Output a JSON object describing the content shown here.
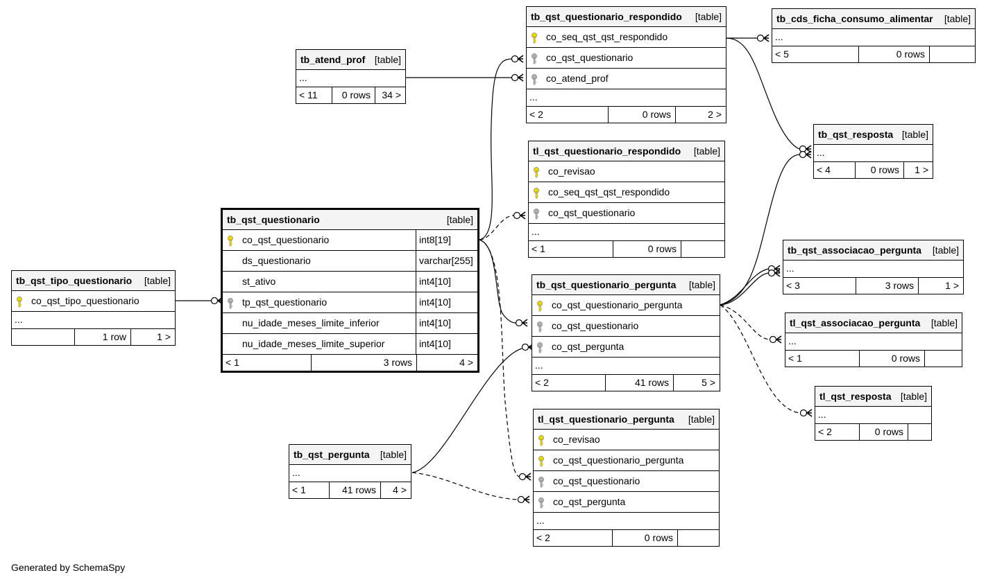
{
  "footer": "Generated by SchemaSpy",
  "colors": {
    "primary_key": "#e8d800",
    "foreign_key": "#b0b0b0",
    "header_bg": "#f4f4f4"
  },
  "tables": {
    "tipo": {
      "name": "tb_qst_tipo_questionario",
      "kind": "[table]",
      "columns": [
        {
          "name": "co_qst_tipo_questionario",
          "key": "pk"
        }
      ],
      "ellipsis": "...",
      "footer": [
        "",
        "1 row",
        "1 >"
      ]
    },
    "quest": {
      "name": "tb_qst_questionario",
      "kind": "[table]",
      "columns": [
        {
          "name": "co_qst_questionario",
          "key": "pk",
          "type": "int8[19]"
        },
        {
          "name": "ds_questionario",
          "key": "",
          "type": "varchar[255]"
        },
        {
          "name": "st_ativo",
          "key": "",
          "type": "int4[10]"
        },
        {
          "name": "tp_qst_questionario",
          "key": "fk",
          "type": "int4[10]"
        },
        {
          "name": "nu_idade_meses_limite_inferior",
          "key": "",
          "type": "int4[10]"
        },
        {
          "name": "nu_idade_meses_limite_superior",
          "key": "",
          "type": "int4[10]"
        }
      ],
      "footer": [
        "< 1",
        "3 rows",
        "4 >"
      ]
    },
    "atend": {
      "name": "tb_atend_prof",
      "kind": "[table]",
      "columns": [],
      "ellipsis": "...",
      "footer": [
        "< 11",
        "0 rows",
        "34 >"
      ]
    },
    "qresp": {
      "name": "tb_qst_questionario_respondido",
      "kind": "[table]",
      "columns": [
        {
          "name": "co_seq_qst_qst_respondido",
          "key": "pk"
        },
        {
          "name": "co_qst_questionario",
          "key": "fk"
        },
        {
          "name": "co_atend_prof",
          "key": "fk"
        }
      ],
      "ellipsis": "...",
      "footer": [
        "< 2",
        "0 rows",
        "2 >"
      ]
    },
    "tlqresp": {
      "name": "tl_qst_questionario_respondido",
      "kind": "[table]",
      "columns": [
        {
          "name": "co_revisao",
          "key": "pk"
        },
        {
          "name": "co_seq_qst_qst_respondido",
          "key": "pk"
        },
        {
          "name": "co_qst_questionario",
          "key": "fk"
        }
      ],
      "ellipsis": "...",
      "footer": [
        "< 1",
        "0 rows",
        ""
      ]
    },
    "qperg": {
      "name": "tb_qst_questionario_pergunta",
      "kind": "[table]",
      "columns": [
        {
          "name": "co_qst_questionario_pergunta",
          "key": "pk"
        },
        {
          "name": "co_qst_questionario",
          "key": "fk"
        },
        {
          "name": "co_qst_pergunta",
          "key": "fk"
        }
      ],
      "ellipsis": "...",
      "footer": [
        "< 2",
        "41 rows",
        "5 >"
      ]
    },
    "tlqperg": {
      "name": "tl_qst_questionario_pergunta",
      "kind": "[table]",
      "columns": [
        {
          "name": "co_revisao",
          "key": "pk"
        },
        {
          "name": "co_qst_questionario_pergunta",
          "key": "pk"
        },
        {
          "name": "co_qst_questionario",
          "key": "fk"
        },
        {
          "name": "co_qst_pergunta",
          "key": "fk"
        }
      ],
      "ellipsis": "...",
      "footer": [
        "< 2",
        "0 rows",
        ""
      ]
    },
    "perg": {
      "name": "tb_qst_pergunta",
      "kind": "[table]",
      "columns": [],
      "ellipsis": "...",
      "footer": [
        "< 1",
        "41 rows",
        "4 >"
      ]
    },
    "cds": {
      "name": "tb_cds_ficha_consumo_alimentar",
      "kind": "[table]",
      "columns": [],
      "ellipsis": "...",
      "footer": [
        "< 5",
        "0 rows",
        ""
      ]
    },
    "resp": {
      "name": "tb_qst_resposta",
      "kind": "[table]",
      "columns": [],
      "ellipsis": "...",
      "footer": [
        "< 4",
        "0 rows",
        "1 >"
      ]
    },
    "assoc": {
      "name": "tb_qst_associacao_pergunta",
      "kind": "[table]",
      "columns": [],
      "ellipsis": "...",
      "footer": [
        "< 3",
        "3 rows",
        "1 >"
      ]
    },
    "tlassoc": {
      "name": "tl_qst_associacao_pergunta",
      "kind": "[table]",
      "columns": [],
      "ellipsis": "...",
      "footer": [
        "< 1",
        "0 rows",
        ""
      ]
    },
    "tlresp": {
      "name": "tl_qst_resposta",
      "kind": "[table]",
      "columns": [],
      "ellipsis": "...",
      "footer": [
        "< 2",
        "0 rows",
        ""
      ]
    }
  }
}
